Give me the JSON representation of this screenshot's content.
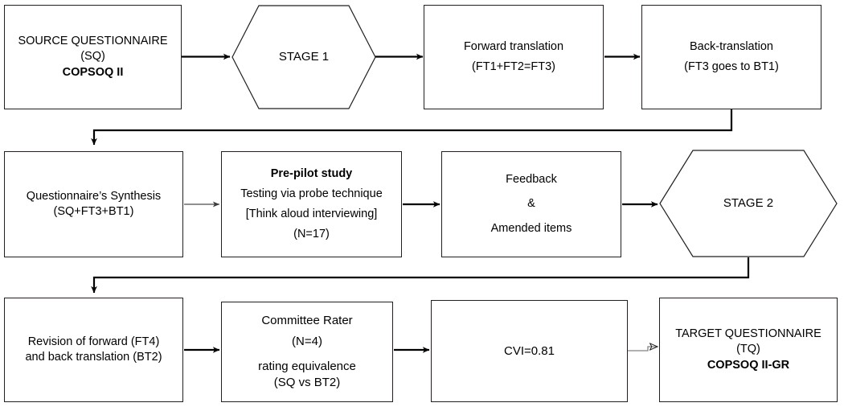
{
  "diagram": {
    "title": "Questionnaire translation and cross-cultural adaptation flowchart",
    "colors": {
      "stroke": "#231f20",
      "background": "#ffffff",
      "text": "#000000",
      "thin_connector": "#6d6e71"
    },
    "rows": [
      {
        "id": "row-1",
        "nodes": [
          {
            "id": "source-questionnaire",
            "shape": "rect",
            "lines": [
              {
                "text": "SOURCE QUESTIONNAIRE",
                "bold": false
              },
              {
                "text": "(SQ)",
                "bold": false
              },
              {
                "text": "COPSOQ II",
                "bold": true
              }
            ]
          },
          {
            "id": "stage-1",
            "shape": "hexagon",
            "lines": [
              {
                "text": "STAGE 1",
                "bold": false
              }
            ]
          },
          {
            "id": "forward-translation",
            "shape": "rect",
            "lines": [
              {
                "text": "Forward translation",
                "bold": false
              },
              {
                "text": "(FT1+FT2=FT3)",
                "bold": false
              }
            ]
          },
          {
            "id": "back-translation",
            "shape": "rect",
            "lines": [
              {
                "text": "Back-translation",
                "bold": false
              },
              {
                "text": "(FT3 goes to BT1)",
                "bold": false
              }
            ]
          }
        ]
      },
      {
        "id": "row-2",
        "nodes": [
          {
            "id": "questionnaire-synthesis",
            "shape": "rect",
            "lines": [
              {
                "text": "Questionnaire’s Synthesis",
                "bold": false
              },
              {
                "text": "(SQ+FT3+BT1)",
                "bold": false
              }
            ]
          },
          {
            "id": "pre-pilot-study",
            "shape": "rect",
            "lines": [
              {
                "text": "Pre-pilot study",
                "bold": true
              },
              {
                "text": "Testing via probe technique",
                "bold": false
              },
              {
                "text": "[Think aloud interviewing]",
                "bold": false
              },
              {
                "text": "(N=17)",
                "bold": false
              }
            ]
          },
          {
            "id": "feedback-amended-items",
            "shape": "rect",
            "lines": [
              {
                "text": "Feedback",
                "bold": false
              },
              {
                "text": "&",
                "bold": false
              },
              {
                "text": "Amended items",
                "bold": false
              }
            ]
          },
          {
            "id": "stage-2",
            "shape": "hexagon",
            "lines": [
              {
                "text": "STAGE 2",
                "bold": false
              }
            ]
          }
        ]
      },
      {
        "id": "row-3",
        "nodes": [
          {
            "id": "revision-translations",
            "shape": "rect",
            "lines": [
              {
                "text": "Revision of forward (FT4)",
                "bold": false
              },
              {
                "text": "and back translation (BT2)",
                "bold": false
              }
            ]
          },
          {
            "id": "committee-rater",
            "shape": "rect",
            "lines": [
              {
                "text": "Committee Rater",
                "bold": false
              },
              {
                "text": "(N=4)",
                "bold": false
              },
              {
                "text": "rating equivalence",
                "bold": false
              },
              {
                "text": "(SQ vs BT2)",
                "bold": false
              }
            ]
          },
          {
            "id": "cvi-result",
            "shape": "rect",
            "lines": [
              {
                "text": "CVI=0.81",
                "bold": false
              }
            ]
          },
          {
            "id": "target-questionnaire",
            "shape": "rect",
            "lines": [
              {
                "text": "TARGET QUESTIONNAIRE",
                "bold": false
              },
              {
                "text": "(TQ)",
                "bold": false
              },
              {
                "text": "COPSOQ II-GR",
                "bold": true
              }
            ]
          }
        ]
      }
    ],
    "connectors": [
      {
        "id": "arrow-sq-to-stage1",
        "kind": "arrow-thick-horizontal"
      },
      {
        "id": "arrow-stage1-to-forward",
        "kind": "arrow-thick-horizontal"
      },
      {
        "id": "arrow-forward-to-back",
        "kind": "arrow-thick-horizontal"
      },
      {
        "id": "elbow-back-to-synthesis",
        "kind": "elbow-down-left"
      },
      {
        "id": "arrow-synthesis-to-prepilot",
        "kind": "arrow-thin-horizontal"
      },
      {
        "id": "arrow-prepilot-to-feedback",
        "kind": "arrow-thick-horizontal"
      },
      {
        "id": "arrow-feedback-to-stage2",
        "kind": "arrow-thick-horizontal"
      },
      {
        "id": "elbow-stage2-to-revision",
        "kind": "elbow-down-left"
      },
      {
        "id": "arrow-revision-to-committee",
        "kind": "arrow-thick-horizontal"
      },
      {
        "id": "arrow-committee-to-cvi",
        "kind": "arrow-thick-horizontal"
      },
      {
        "id": "arrow-cvi-to-target",
        "kind": "arrow-outline-horizontal"
      }
    ]
  }
}
